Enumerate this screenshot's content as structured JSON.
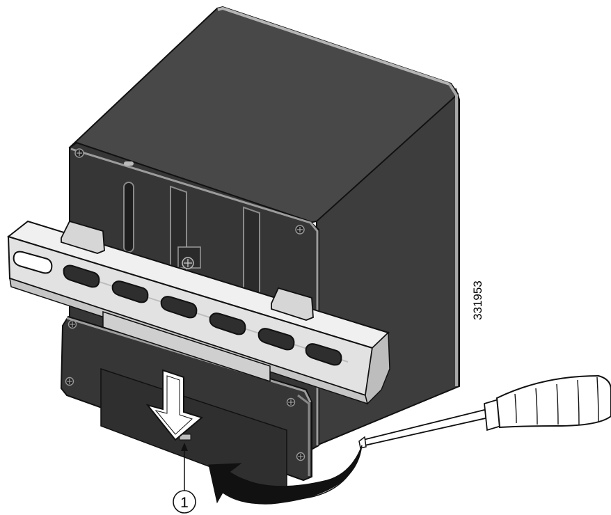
{
  "figure": {
    "figure_id": "331953",
    "callouts": [
      {
        "number": "1"
      }
    ],
    "icons": [
      "device-body",
      "din-rail",
      "latch-plate",
      "down-arrow-icon",
      "curved-arrow-icon",
      "screwdriver-icon"
    ],
    "colors": {
      "device_dark": "#3a3a3a",
      "device_top": "#4a4a4a",
      "device_edge": "#b8b8b8",
      "rail_light": "#e4e4e4",
      "rail_mid": "#c6c6c6",
      "slot": "#2e2e2e",
      "arrow_fill": "#ffffff",
      "curved_arrow": "#111111"
    }
  }
}
